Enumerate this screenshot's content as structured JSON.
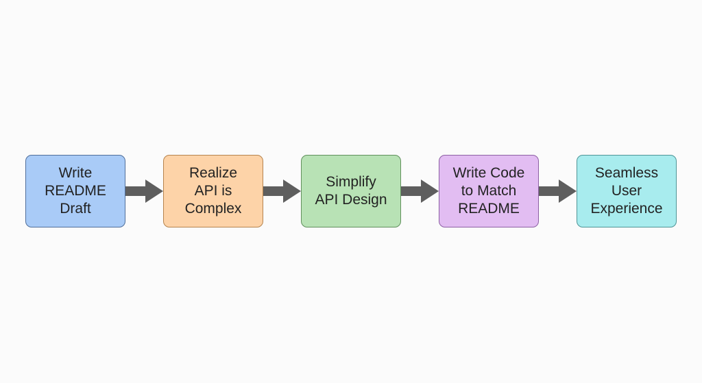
{
  "steps": [
    {
      "label": "Write\nREADME\nDraft",
      "fill": "#a9cbf7",
      "border": "#4f6e9a"
    },
    {
      "label": "Realize\nAPI is\nComplex",
      "fill": "#fdd3a8",
      "border": "#b5834d"
    },
    {
      "label": "Simplify\nAPI Design",
      "fill": "#b8e2b5",
      "border": "#5f8f5b"
    },
    {
      "label": "Write Code\nto Match\nREADME",
      "fill": "#e2bdf2",
      "border": "#8c5fa3"
    },
    {
      "label": "Seamless\nUser\nExperience",
      "fill": "#a8ecee",
      "border": "#4d9496"
    }
  ],
  "colors": {
    "arrow": "#5e5e5e",
    "background": "#fbfbfb"
  }
}
